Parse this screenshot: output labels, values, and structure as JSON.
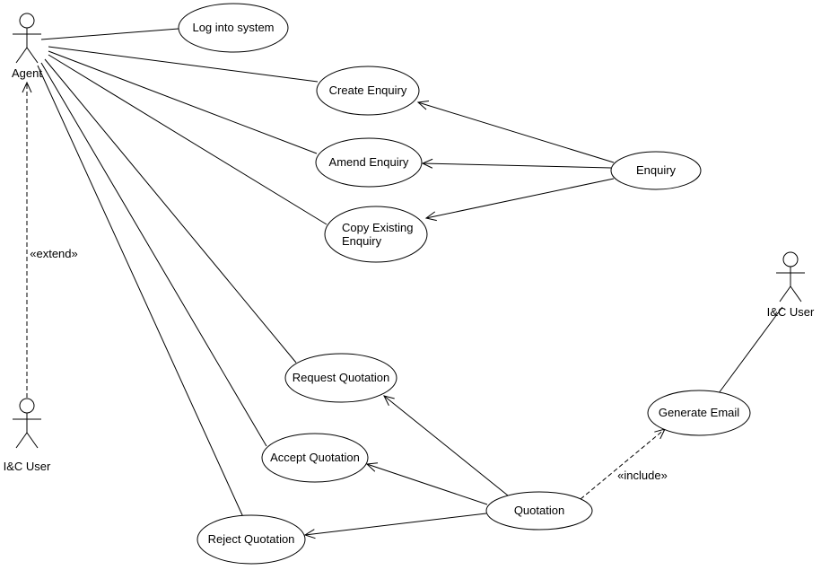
{
  "diagram": {
    "type": "uml-use-case-diagram",
    "actors": [
      {
        "id": "agent",
        "label": "Agent"
      },
      {
        "id": "ic-user-left",
        "label": "I&C User"
      },
      {
        "id": "ic-user-right",
        "label": "I&C User"
      }
    ],
    "usecases": [
      {
        "id": "log-into-system",
        "label": "Log into system"
      },
      {
        "id": "create-enquiry",
        "label": "Create Enquiry"
      },
      {
        "id": "amend-enquiry",
        "label": "Amend Enquiry"
      },
      {
        "id": "copy-existing-enquiry",
        "label": "Copy Existing Enquiry",
        "label_lines": [
          "Copy Existing",
          "Enquiry"
        ]
      },
      {
        "id": "enquiry",
        "label": "Enquiry"
      },
      {
        "id": "request-quotation",
        "label": "Request Quotation"
      },
      {
        "id": "accept-quotation",
        "label": "Accept Quotation"
      },
      {
        "id": "reject-quotation",
        "label": "Reject Quotation"
      },
      {
        "id": "generate-email",
        "label": "Generate Email"
      },
      {
        "id": "quotation",
        "label": "Quotation"
      }
    ],
    "edges": [
      {
        "from": "Agent",
        "to": "Log into system",
        "type": "association"
      },
      {
        "from": "Agent",
        "to": "Create Enquiry",
        "type": "association"
      },
      {
        "from": "Agent",
        "to": "Amend Enquiry",
        "type": "association"
      },
      {
        "from": "Agent",
        "to": "Copy Existing Enquiry",
        "type": "association"
      },
      {
        "from": "Agent",
        "to": "Request Quotation",
        "type": "association"
      },
      {
        "from": "Agent",
        "to": "Accept Quotation",
        "type": "association"
      },
      {
        "from": "Agent",
        "to": "Reject Quotation",
        "type": "association"
      },
      {
        "from": "Enquiry",
        "to": "Create Enquiry",
        "type": "generalization"
      },
      {
        "from": "Enquiry",
        "to": "Amend Enquiry",
        "type": "generalization"
      },
      {
        "from": "Enquiry",
        "to": "Copy Existing Enquiry",
        "type": "generalization"
      },
      {
        "from": "Quotation",
        "to": "Request Quotation",
        "type": "generalization"
      },
      {
        "from": "Quotation",
        "to": "Accept Quotation",
        "type": "generalization"
      },
      {
        "from": "Quotation",
        "to": "Reject Quotation",
        "type": "generalization"
      },
      {
        "from": "Quotation",
        "to": "Generate Email",
        "type": "include",
        "label": "«include»"
      },
      {
        "from": "I&C User",
        "to": "Agent",
        "type": "extend",
        "label": "«extend»"
      },
      {
        "from": "I&C User",
        "to": "Generate Email",
        "type": "association"
      }
    ],
    "colors": {
      "stroke": "#000000",
      "fill": "#ffffff",
      "background": "#ffffff"
    }
  }
}
